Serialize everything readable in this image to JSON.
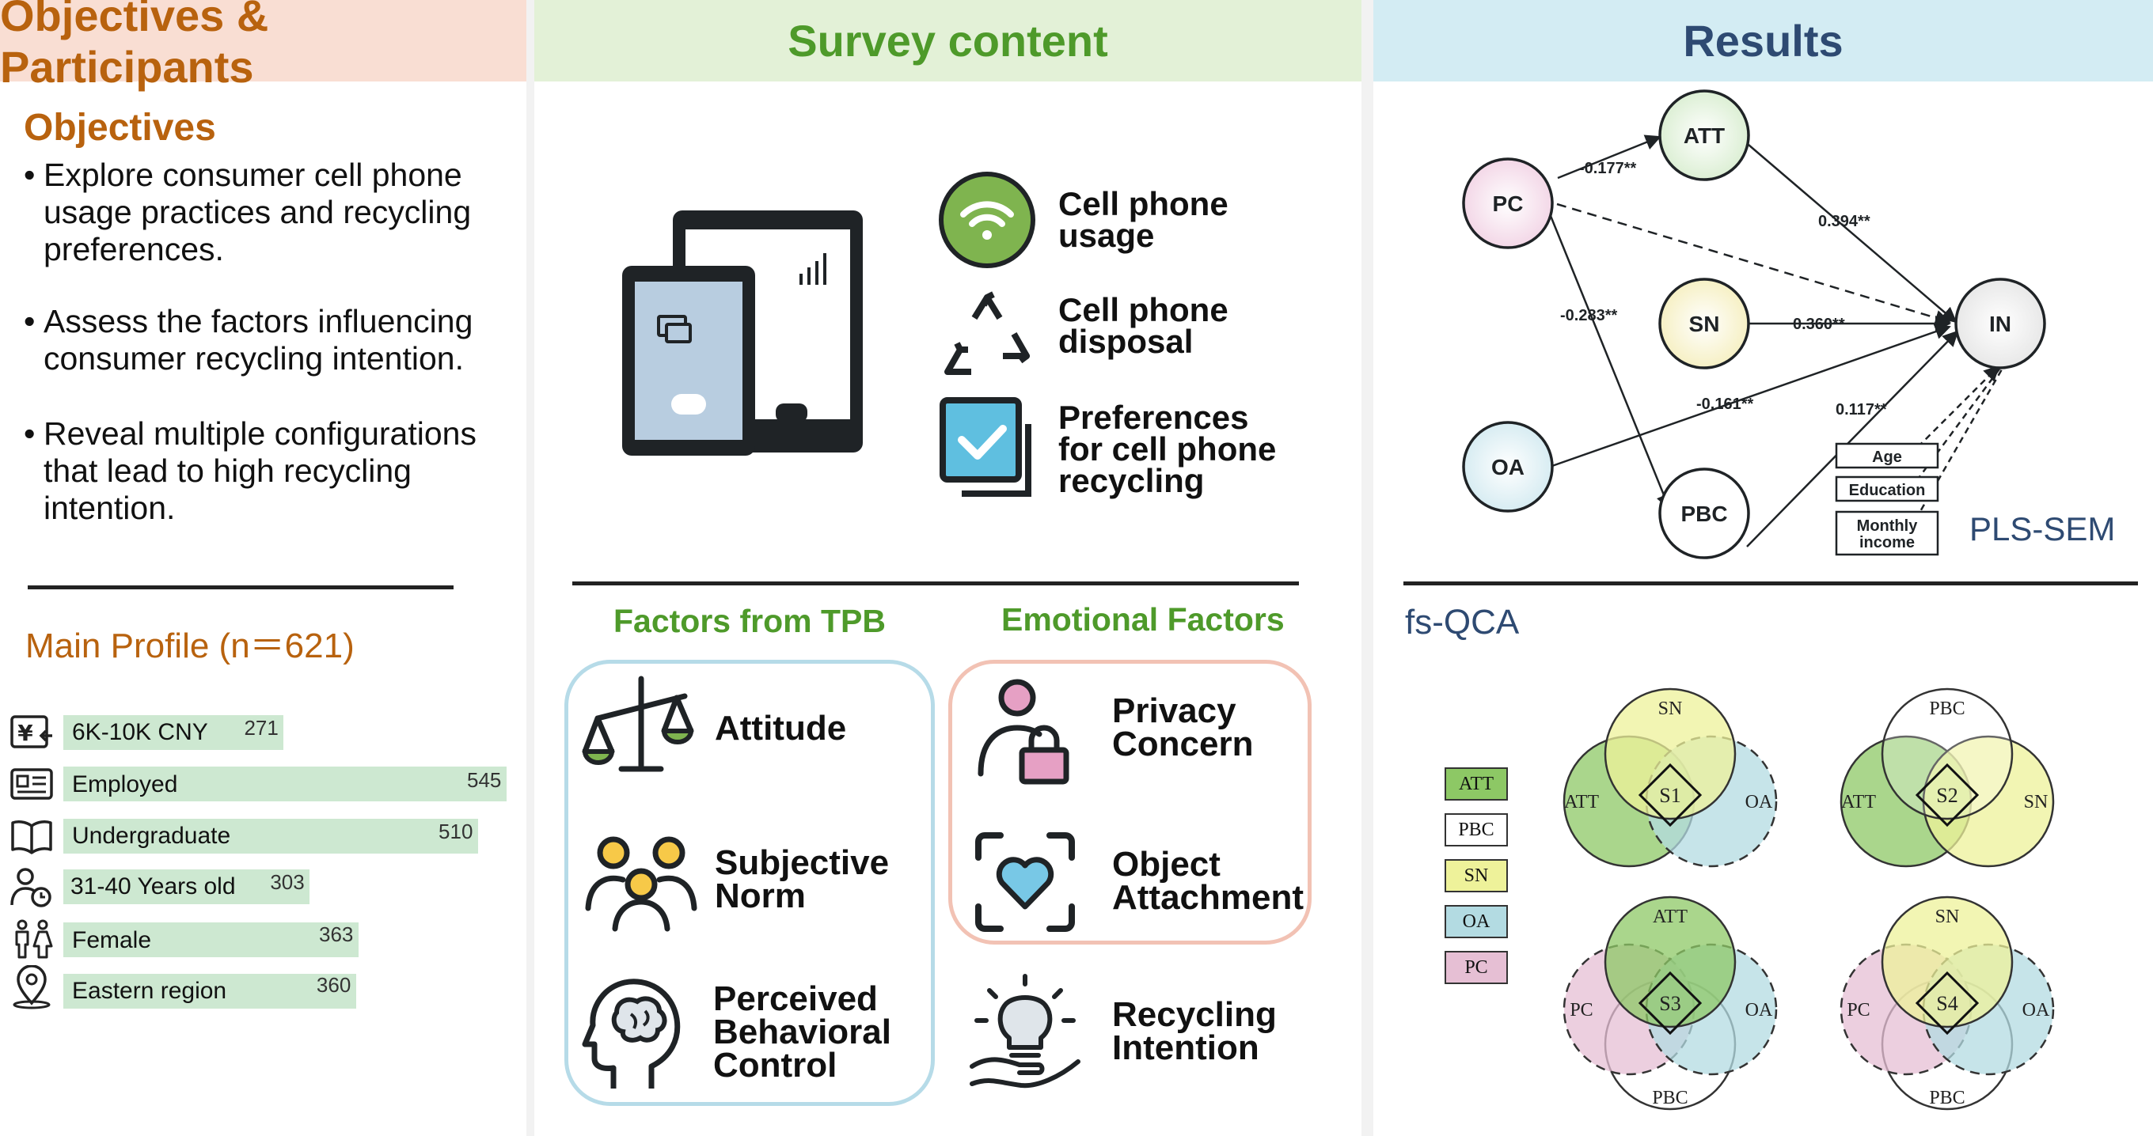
{
  "headers": {
    "objectives_participants": "Objectives & Participants",
    "survey_content": "Survey content",
    "results": "Results"
  },
  "objectives": {
    "title": "Objectives",
    "bullets": [
      "Explore consumer cell phone usage practices and recycling preferences.",
      "Assess the factors influencing consumer recycling intention.",
      "Reveal multiple configurations that lead to high recycling intention."
    ]
  },
  "profile": {
    "title": "Main Profile (n＝621)",
    "items": [
      {
        "label": "6K-10K CNY",
        "value": 271,
        "icon": "yuan-card-icon"
      },
      {
        "label": "Employed",
        "value": 545,
        "icon": "id-card-icon"
      },
      {
        "label": "Undergraduate",
        "value": 510,
        "icon": "open-book-icon"
      },
      {
        "label": "31-40 Years old",
        "value": 303,
        "icon": "person-clock-icon"
      },
      {
        "label": "Female",
        "value": 363,
        "icon": "male-female-icon"
      },
      {
        "label": "Eastern region",
        "value": 360,
        "icon": "location-pin-icon"
      }
    ]
  },
  "survey": {
    "items": [
      {
        "label": "Cell phone\nusage",
        "icon": "wifi-icon"
      },
      {
        "label": "Cell phone\ndisposal",
        "icon": "recycle-icon"
      },
      {
        "label": "Preferences\nfor cell phone\nrecycling",
        "icon": "checkbox-icon"
      }
    ],
    "tpb_title": "Factors from TPB",
    "emotional_title": "Emotional Factors",
    "tpb_factors": [
      {
        "label": "Attitude",
        "icon": "scale-icon"
      },
      {
        "label": "Subjective\nNorm",
        "icon": "people-group-icon"
      },
      {
        "label": "Perceived\nBehavioral\nControl",
        "icon": "head-brain-icon"
      }
    ],
    "emotional_factors": [
      {
        "label": "Privacy\nConcern",
        "icon": "person-lock-icon"
      },
      {
        "label": "Object\nAttachment",
        "icon": "heart-scan-icon"
      }
    ],
    "outcome": {
      "label": "Recycling\nIntention",
      "icon": "lightbulb-hand-icon"
    }
  },
  "results": {
    "sem": {
      "nodes": {
        "pc": "PC",
        "att": "ATT",
        "sn": "SN",
        "oa": "OA",
        "pbc": "PBC",
        "in": "IN"
      },
      "coefficients": {
        "pc_att": "-0.177**",
        "att_in": "0.394**",
        "pc_pbc": "-0.283**",
        "sn_in": "0.360**",
        "oa_in": "-0.161**",
        "pbc_in": "0.117**"
      },
      "controls": [
        "Age",
        "Education",
        "Monthly\nincome"
      ],
      "label": "PLS-SEM"
    },
    "fsqca": {
      "title": "fs-QCA",
      "legend": [
        {
          "label": "ATT",
          "color": "#8dc865"
        },
        {
          "label": "PBC",
          "color": "#ffffff"
        },
        {
          "label": "SN",
          "color": "#eef29a"
        },
        {
          "label": "OA",
          "color": "#b3dbe2"
        },
        {
          "label": "PC",
          "color": "#e6bfd4"
        }
      ],
      "solutions": [
        {
          "id": "S1",
          "top": "SN",
          "left": "ATT",
          "right": "OA",
          "bottom": ""
        },
        {
          "id": "S2",
          "top": "PBC",
          "left": "ATT",
          "right": "SN",
          "bottom": ""
        },
        {
          "id": "S3",
          "top": "ATT",
          "left": "PC",
          "right": "OA",
          "bottom": "PBC"
        },
        {
          "id": "S4",
          "top": "SN",
          "left": "PC",
          "right": "OA",
          "bottom": "PBC"
        }
      ]
    }
  }
}
